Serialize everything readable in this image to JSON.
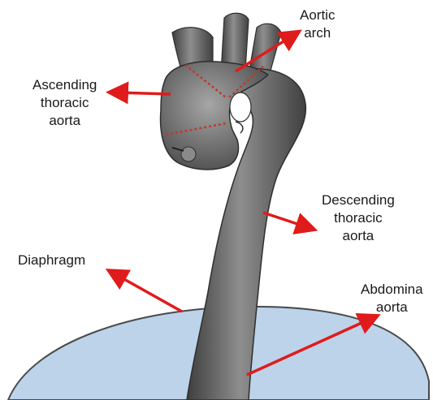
{
  "labels": {
    "aortic_arch": [
      "Aortic",
      "arch"
    ],
    "ascending": [
      "Ascending",
      "thoracic",
      "aorta"
    ],
    "descending": [
      "Descending",
      "thoracic",
      "aorta"
    ],
    "diaphragm": [
      "Diaphragm"
    ],
    "abdominal": [
      "Abdomina",
      "aorta"
    ]
  },
  "colors": {
    "arrow": "#e01b1b",
    "aorta_dark": "#3f3f3f",
    "aorta_light": "#9a9a9a",
    "diaphragm_fill": "#bcd3ea",
    "boundary": "#c0392b"
  }
}
